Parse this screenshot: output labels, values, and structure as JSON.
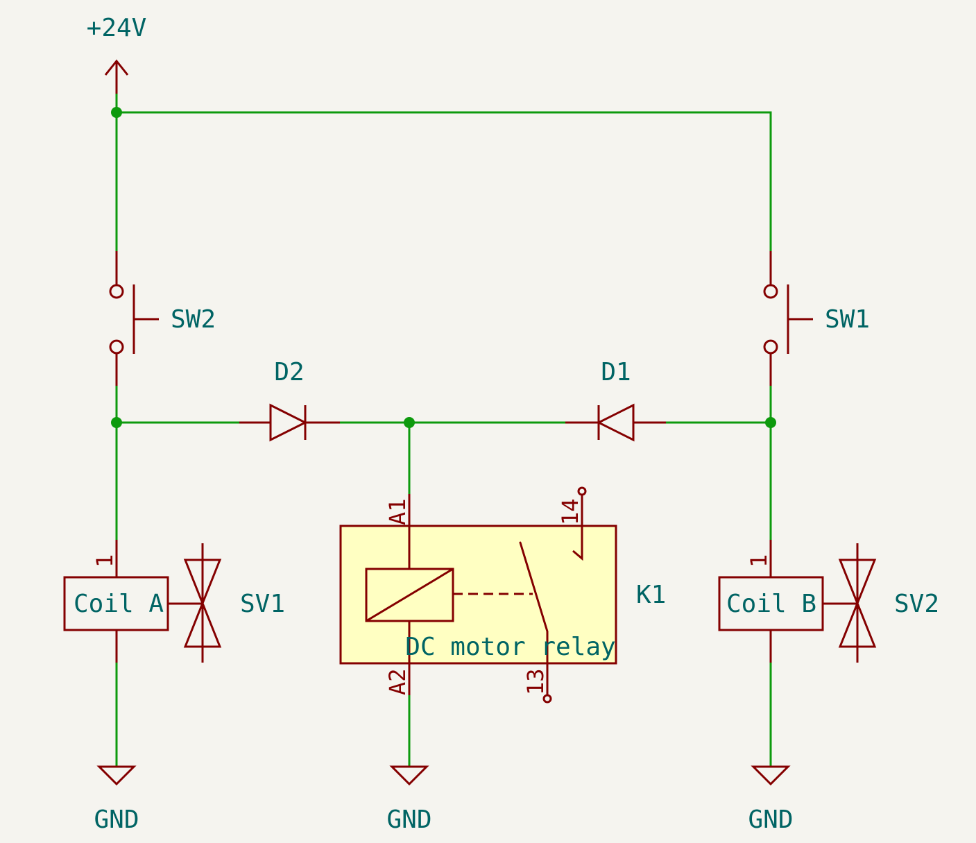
{
  "power": {
    "vcc": "+24V",
    "gnd": "GND"
  },
  "switches": {
    "sw1": "SW1",
    "sw2": "SW2"
  },
  "diodes": {
    "d1": "D1",
    "d2": "D2"
  },
  "coils": {
    "a": {
      "label": "Coil A",
      "pin": "1"
    },
    "b": {
      "label": "Coil B",
      "pin": "1"
    }
  },
  "valves": {
    "sv1": "SV1",
    "sv2": "SV2"
  },
  "relay": {
    "ref": "K1",
    "value": "DC motor relay",
    "pins": {
      "a1": "A1",
      "a2": "A2",
      "p13": "13",
      "p14": "14"
    }
  },
  "colors": {
    "wire": "#0d9a0d",
    "symbol": "#840000",
    "text": "#006464",
    "body_fill": "#ffffc2",
    "background": "#f5f4ef"
  }
}
